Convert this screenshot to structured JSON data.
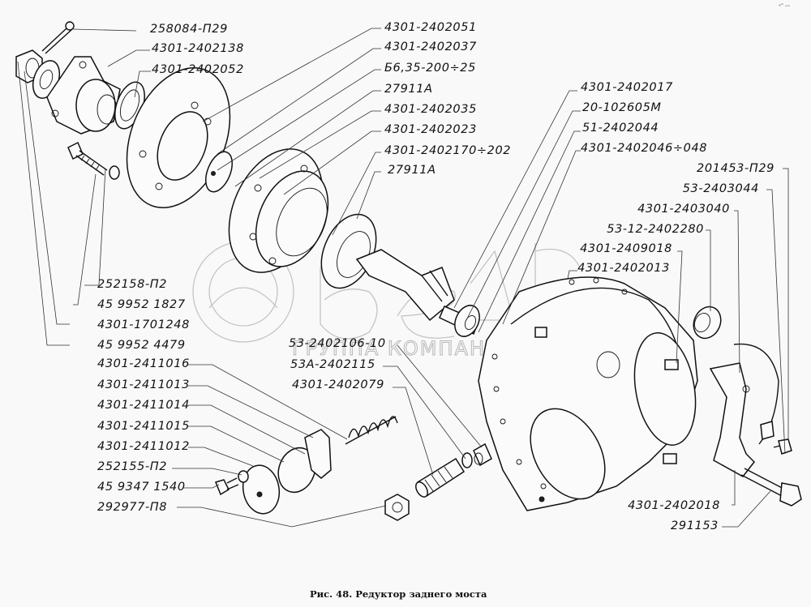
{
  "figure": {
    "caption": "Рис. 48.  Редуктор заднего моста",
    "corner_mark": "«ᵐ ₘₘ",
    "watermark": {
      "brand": "белагро",
      "subtitle": "ГРУППА КОМПАНИЙ"
    }
  },
  "labels": {
    "top_left": [
      {
        "id": "258084-P29",
        "text": "258084-П29"
      },
      {
        "id": "4301-2402138",
        "text": "4301-2402138"
      },
      {
        "id": "4301-2402052",
        "text": "4301-2402052"
      }
    ],
    "top_center": [
      {
        "id": "4301-2402051",
        "text": "4301-2402051"
      },
      {
        "id": "4301-2402037",
        "text": "4301-2402037"
      },
      {
        "id": "b6-35-200-25",
        "text": "Б6,35-200÷25"
      },
      {
        "id": "27911A-1",
        "text": "27911A"
      },
      {
        "id": "4301-2402035",
        "text": "4301-2402035"
      },
      {
        "id": "4301-2402023",
        "text": "4301-2402023"
      },
      {
        "id": "4301-2402170-202",
        "text": "4301-2402170÷202"
      },
      {
        "id": "27911A-2",
        "text": "27911A"
      }
    ],
    "top_right": [
      {
        "id": "4301-2402017",
        "text": "4301-2402017"
      },
      {
        "id": "20-102605M",
        "text": "20-102605М"
      },
      {
        "id": "51-2402044",
        "text": "51-2402044"
      },
      {
        "id": "4301-2402046-048",
        "text": "4301-2402046÷048"
      }
    ],
    "right": [
      {
        "id": "201453-P29",
        "text": "201453-П29"
      },
      {
        "id": "53-2403044",
        "text": "53-2403044"
      },
      {
        "id": "4301-2403040",
        "text": "4301-2403040"
      },
      {
        "id": "53-12-2402280",
        "text": "53-12-2402280"
      },
      {
        "id": "4301-2409018",
        "text": "4301-2409018"
      },
      {
        "id": "4301-2402013",
        "text": "4301-2402013"
      }
    ],
    "left_middle": [
      {
        "id": "252158-P2",
        "text": "252158-П2"
      },
      {
        "id": "45-9952-1827",
        "text": "45  9952 1827"
      },
      {
        "id": "4301-1701248",
        "text": "4301-1701248"
      },
      {
        "id": "45-9952-4479",
        "text": "45  9952 4479"
      }
    ],
    "left_bottom": [
      {
        "id": "4301-2411016",
        "text": "4301-2411016"
      },
      {
        "id": "4301-2411013",
        "text": "4301-2411013"
      },
      {
        "id": "4301-2411014",
        "text": "4301-2411014"
      },
      {
        "id": "4301-2411015",
        "text": "4301-2411015"
      },
      {
        "id": "4301-2411012",
        "text": "4301-2411012"
      },
      {
        "id": "252155-P2",
        "text": "252155-П2"
      },
      {
        "id": "45-9347-1540",
        "text": "45  9347 1540"
      },
      {
        "id": "292977-P8",
        "text": "292977-П8"
      }
    ],
    "center_bottom": [
      {
        "id": "53-2402106-10",
        "text": "53-2402106-10"
      },
      {
        "id": "53A-2402115",
        "text": "53А-2402115"
      },
      {
        "id": "4301-2402079",
        "text": "4301-2402079"
      }
    ],
    "bottom_right": [
      {
        "id": "4301-2402018",
        "text": "4301-2402018"
      },
      {
        "id": "291153",
        "text": "291153"
      }
    ]
  }
}
